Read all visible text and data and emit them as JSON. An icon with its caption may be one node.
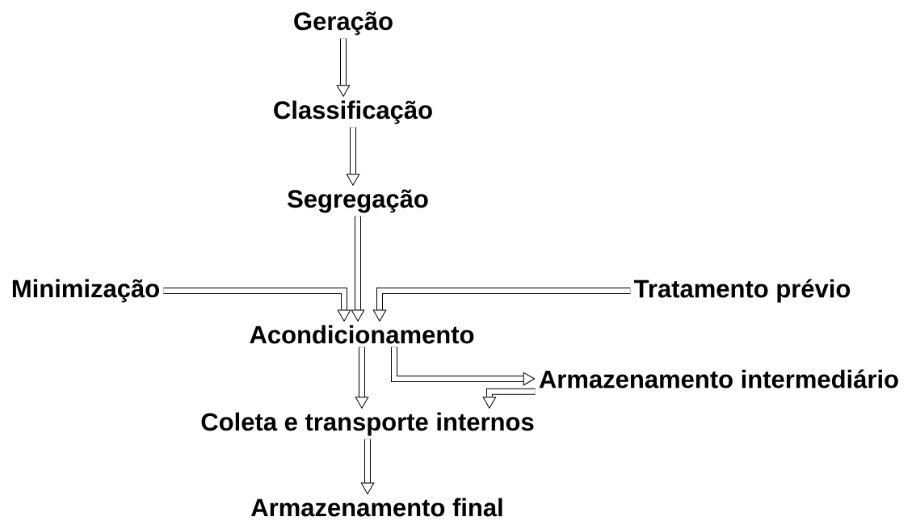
{
  "diagram": {
    "nodes": [
      {
        "text": [
          "Geração"
        ]
      },
      {
        "text": [
          "Classificação"
        ]
      },
      {
        "text": [
          "Segregação"
        ]
      },
      {
        "text": [
          "Minimização"
        ]
      },
      {
        "text": [
          "Tratamento prévio"
        ]
      },
      {
        "text": [
          "Acondicionamento"
        ]
      },
      {
        "text": [
          "Armazenamento intermediário"
        ]
      },
      {
        "text": [
          "Coleta e transporte internos"
        ]
      },
      {
        "text": [
          "Armazenamento final"
        ]
      }
    ],
    "edges": [
      {
        "from": 0,
        "to": 1,
        "arrow": "to"
      },
      {
        "from": 1,
        "to": 2,
        "arrow": "to"
      },
      {
        "from": 2,
        "to": 5,
        "arrow": "to"
      },
      {
        "from": 3,
        "to": 5,
        "arrow": "to"
      },
      {
        "from": 4,
        "to": 5,
        "arrow": "to"
      },
      {
        "from": 5,
        "to": 7,
        "arrow": "to"
      },
      {
        "from": 5,
        "to": 6,
        "arrow": "to"
      },
      {
        "from": 6,
        "to": 7,
        "arrow": "to"
      },
      {
        "from": 7,
        "to": 8,
        "arrow": "to"
      }
    ]
  }
}
